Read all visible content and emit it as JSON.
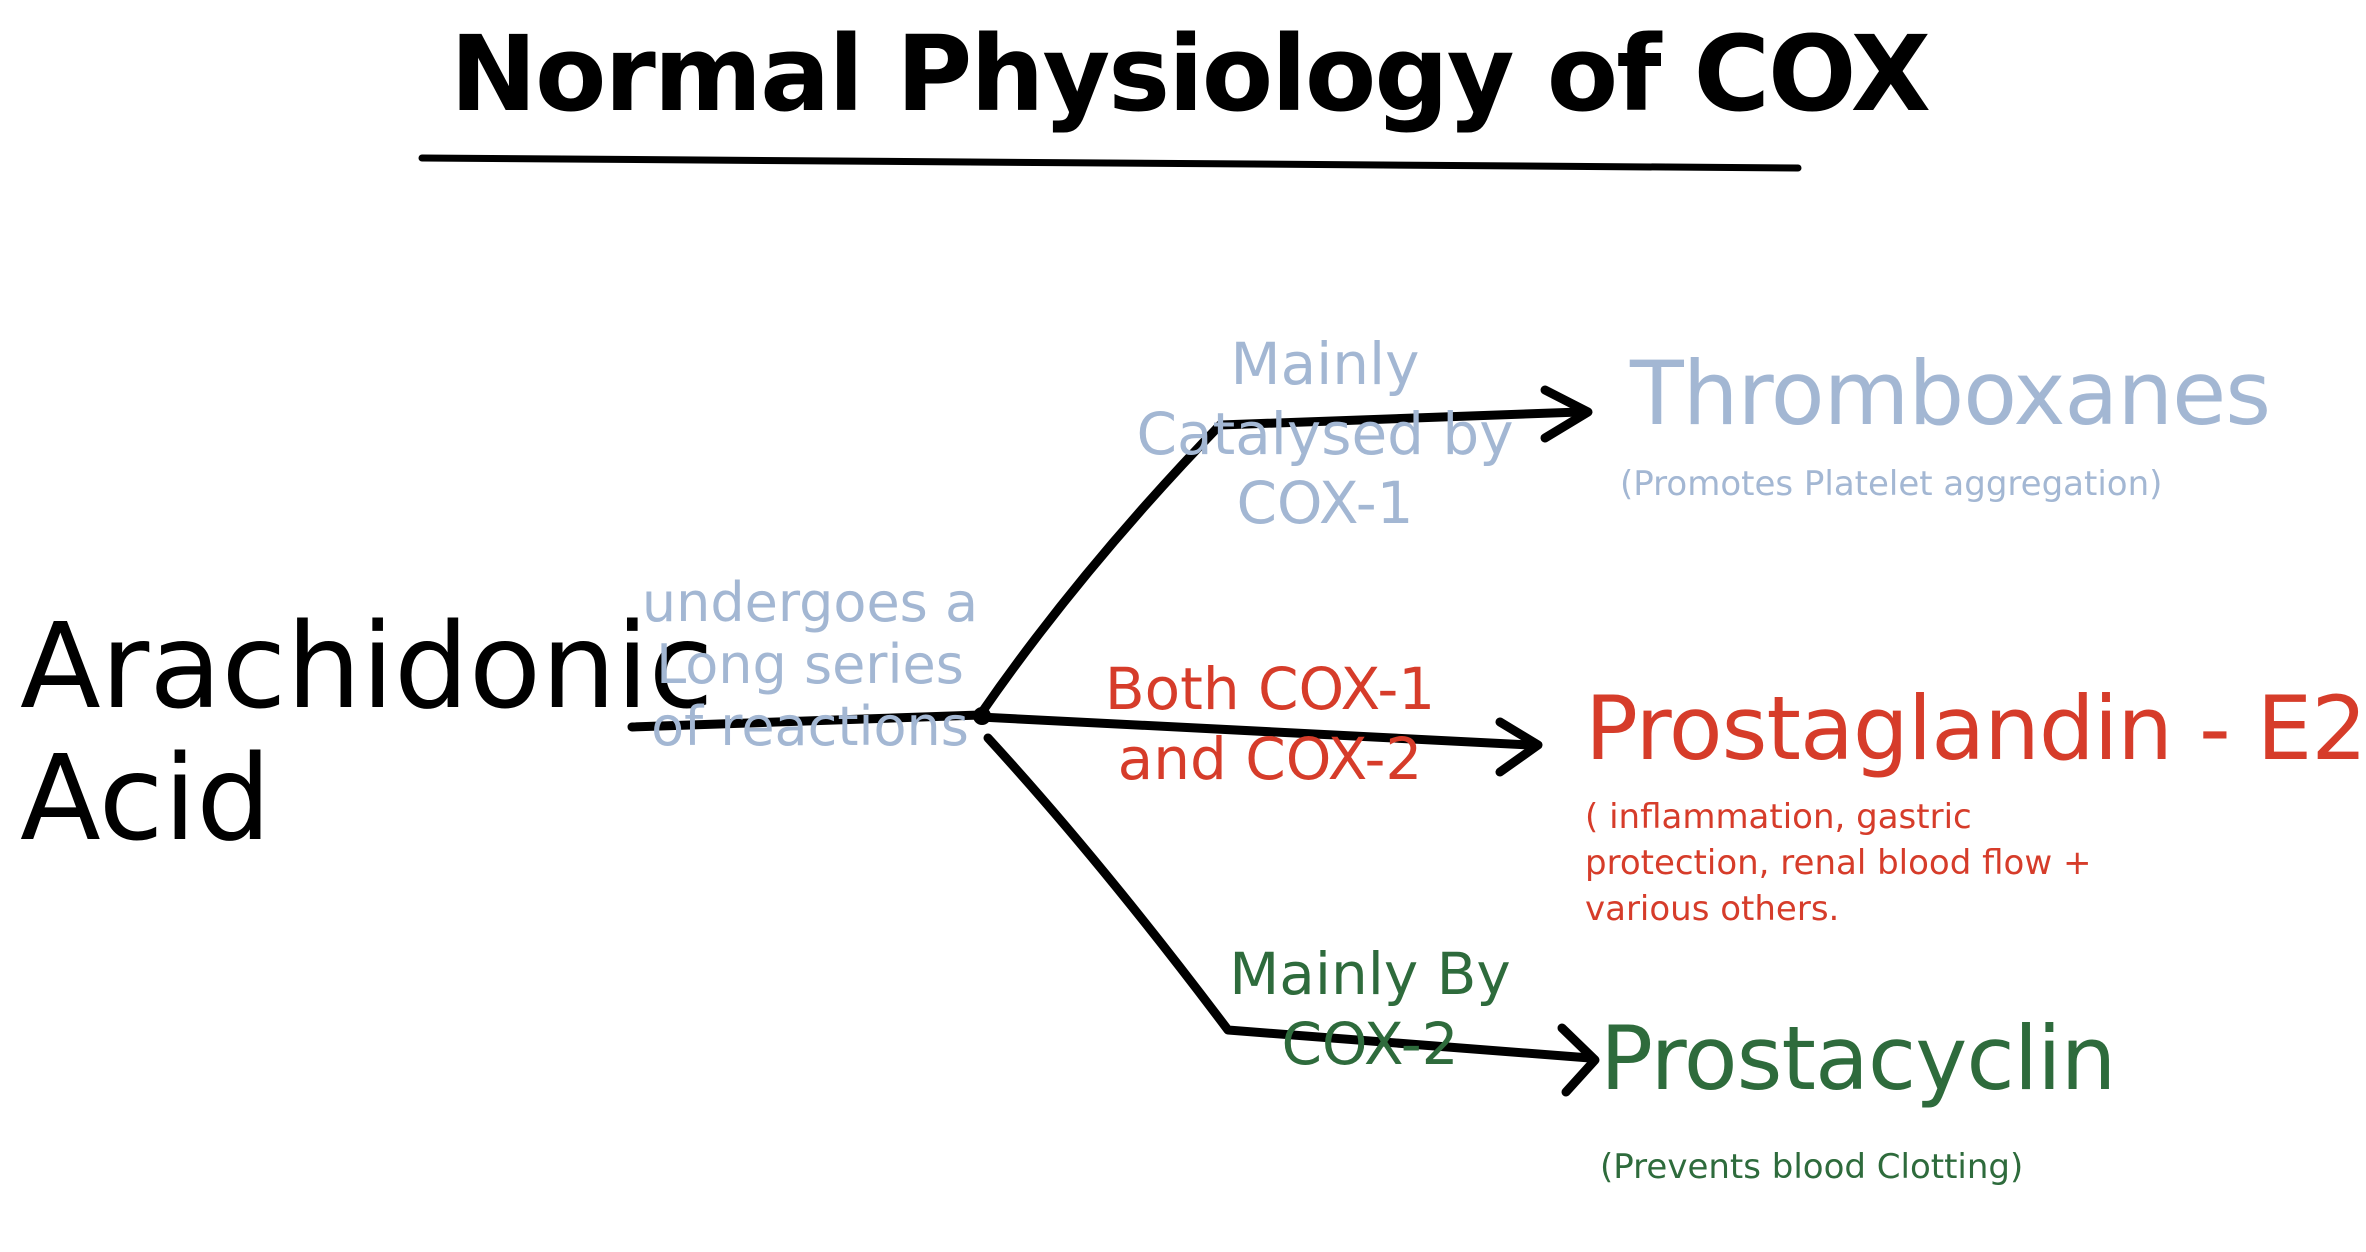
{
  "colors": {
    "ink": "#000000",
    "blue": "#a3b7d3",
    "red": "#d63c2a",
    "green": "#2e6b3c"
  },
  "title": "Normal Physiology of COX",
  "source": "Arachidonic Acid",
  "step": "undergoes a Long series of reactions",
  "branches": [
    {
      "enzyme": "Mainly Catalysed by COX-1",
      "product": "Thromboxanes",
      "note": "(Promotes Platelet aggregation)"
    },
    {
      "enzyme": "Both COX-1 and COX-2",
      "product": "Prostaglandin - E2",
      "note": "( inflammation, gastric protection, renal blood flow + various others."
    },
    {
      "enzyme": "Mainly By COX-2",
      "product": "Prostacyclin",
      "note": "(Prevents blood Clotting)"
    }
  ]
}
